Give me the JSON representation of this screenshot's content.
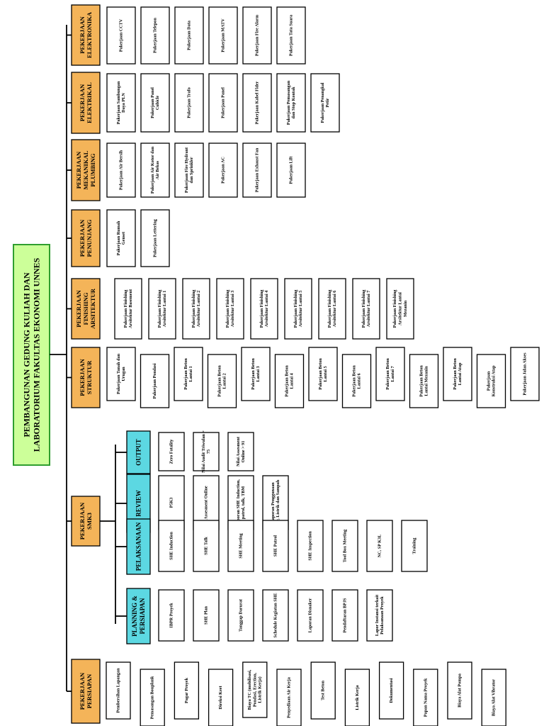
{
  "colors": {
    "title_fill": "#ccff99",
    "title_stroke": "#2f9e2f",
    "category_fill": "#f4b459",
    "subcategory_fill": "#5cd8e2",
    "box_fill": "#ffffff"
  },
  "title_lines": [
    "PEMBANGUNAN GEDUNG KULIAH DAN",
    "LABORATORIUM FAKULTAS EKONOMI UNNES"
  ],
  "categories": [
    {
      "lines": [
        "PEKERJAAN",
        "ELEKTRONIKA"
      ],
      "items": [
        {
          "lines": [
            "Pakerjaan CCTV"
          ]
        },
        {
          "lines": [
            "Pakerjaan Telepon"
          ]
        },
        {
          "lines": [
            "Pakerjaan Data"
          ]
        },
        {
          "lines": [
            "Pakerjaan MATV"
          ]
        },
        {
          "lines": [
            "Pakerjaan Fire Alarm"
          ]
        },
        {
          "lines": [
            "Pakerjaan Tata Suara"
          ]
        }
      ]
    },
    {
      "lines": [
        "PEKERJAAN",
        "ELEKTRIKAL"
      ],
      "items": [
        {
          "lines": [
            "Pakerjaan Sambungan",
            "Daya PLN"
          ]
        },
        {
          "lines": [
            "Pakerjaan Panel",
            "Cubicle"
          ]
        },
        {
          "lines": [
            "Pakerjaan Trafo"
          ]
        },
        {
          "lines": [
            "Pakerjaan Panel"
          ]
        },
        {
          "lines": [
            "Pakerjaan Kabel Fider"
          ]
        },
        {
          "lines": [
            "Pakerjaan Pemasangan",
            "dan Stop Kontak"
          ]
        },
        {
          "lines": [
            "Pakerjaan Penangkal",
            "Petir"
          ]
        }
      ]
    },
    {
      "lines": [
        "PEKERJAAN",
        "MEKANIKAL",
        "PLUMBING"
      ],
      "items": [
        {
          "lines": [
            "Pakerjaan Air Bersih"
          ]
        },
        {
          "lines": [
            "Pakerjaan Air Kotor dan",
            "Air Bekas"
          ]
        },
        {
          "lines": [
            "Pakerjaan Fire Hydrant",
            "dan Sprinkler"
          ]
        },
        {
          "lines": [
            "Pakerjaan AC"
          ]
        },
        {
          "lines": [
            "Pakerjaan Exhaust Fan"
          ]
        },
        {
          "lines": [
            "Pakerjaan Lift"
          ]
        }
      ]
    },
    {
      "lines": [
        "PEKERJAAN",
        "PENUNJANG"
      ],
      "items": [
        {
          "lines": [
            "Pakerjaan Rumah",
            "Genset"
          ]
        },
        {
          "lines": [
            "Pakerjaan Lettering"
          ]
        }
      ]
    },
    {
      "lines": [
        "PEKERJAAN",
        "FINISHING",
        "ARSITEKTUR"
      ],
      "items": [
        {
          "lines": [
            "Pakerjaan Finishing",
            "Arsitektur Basement"
          ]
        },
        {
          "lines": [
            "Pakerjaan Finishing",
            "Arsitektur Lantai 1"
          ]
        },
        {
          "lines": [
            "Pakerjaan Finishing",
            "Arsitektur Lantai 2"
          ]
        },
        {
          "lines": [
            "Pakerjaan Finishing",
            "Arsitektur Lantai 3"
          ]
        },
        {
          "lines": [
            "Pakerjaan Finishing",
            "Arsitektur Lantai 4"
          ]
        },
        {
          "lines": [
            "Pakerjaan Finishing",
            "Arsitektur Lantai 5"
          ]
        },
        {
          "lines": [
            "Pakerjaan Finishing",
            "Arsitektur Lantai 6"
          ]
        },
        {
          "lines": [
            "Pakerjaan Finishing",
            "Arsitektur Lantai 7"
          ]
        },
        {
          "lines": [
            "Pakerjaan Finishing",
            "Arsitektur Lantai",
            "Mezanin"
          ]
        }
      ]
    },
    {
      "lines": [
        "PEKERJAAN",
        "STRUKTUR"
      ],
      "items": [
        {
          "lines": [
            "Pakerjaan Tanah dan",
            "Urugan"
          ]
        },
        {
          "lines": [
            "Pakerjaan Pondasi"
          ]
        },
        {
          "lines": [
            "Pakerjaan Beton",
            "Lantai 1"
          ]
        },
        {
          "lines": [
            "Pakerjaan Beton",
            "Lantai 2"
          ]
        },
        {
          "lines": [
            "Pakerjaan Beton",
            "Lantai 3"
          ]
        },
        {
          "lines": [
            "Pakerjaan Beton",
            "Lantai 4"
          ]
        },
        {
          "lines": [
            "Pakerjaan Beton",
            "Lantai 5"
          ]
        },
        {
          "lines": [
            "Pakerjaan Beton",
            "Lantai 6"
          ]
        },
        {
          "lines": [
            "Pakerjaan Beton",
            "Lantai 7"
          ]
        },
        {
          "lines": [
            "Pakerjaan Beton",
            "Lantai Mezanin"
          ]
        },
        {
          "lines": [
            "Pakerjaan Beton",
            "Lantai Atap"
          ]
        },
        {
          "lines": [
            "Pakerjaan",
            "Konstruksi Atap"
          ]
        },
        {
          "lines": [
            "Pakerjaan Jalan Akses"
          ]
        }
      ]
    }
  ],
  "smk3": {
    "lines": [
      "PEKERJAAN",
      "SMK3"
    ],
    "groups": [
      {
        "lines": [
          "OUTPUT"
        ],
        "items": [
          {
            "lines": [
              "Zero Fatality"
            ]
          },
          {
            "lines": [
              "Nilai Audit Triwulan >",
              "75"
            ]
          },
          {
            "lines": [
              "Nilai Assesment",
              "Online > 91"
            ]
          }
        ]
      },
      {
        "lines": [
          "REVIEW"
        ],
        "items": [
          {
            "lines": [
              "P5K3"
            ]
          },
          {
            "lines": [
              "Assesment Online"
            ]
          },
          {
            "lines": [
              "Laporan SHE Induction,",
              "patrol, talk, TBM"
            ]
          },
          {
            "lines": [
              "Laporan Penggunaan",
              "Air, Listrik dan Sampah"
            ]
          }
        ]
      },
      {
        "lines": [
          "PELAKSANAAN"
        ],
        "items": [
          {
            "lines": [
              "SHE Induction"
            ]
          },
          {
            "lines": [
              "SHE Talk"
            ]
          },
          {
            "lines": [
              "SHE Meeting"
            ]
          },
          {
            "lines": [
              "SHE Patrol"
            ]
          },
          {
            "lines": [
              "SHE Inspection"
            ]
          },
          {
            "lines": [
              "Tool Box Meeting"
            ]
          },
          {
            "lines": [
              "NC, SP K3L"
            ]
          },
          {
            "lines": [
              "Training"
            ]
          }
        ]
      },
      {
        "lines": [
          "PLANNING &",
          "PERSIAPAN"
        ],
        "items": [
          {
            "lines": [
              "IBPR Proyek"
            ]
          },
          {
            "lines": [
              "SHE Plan"
            ]
          },
          {
            "lines": [
              "Tanggap Darurat"
            ]
          },
          {
            "lines": [
              "Schedule Kegiatan SHE"
            ]
          },
          {
            "lines": [
              "Laporan Disnaker"
            ]
          },
          {
            "lines": [
              "Pendaftaran BPJS"
            ]
          },
          {
            "lines": [
              "Lapor Instansi terkait",
              "Pelaksanaan Proyek"
            ]
          }
        ]
      }
    ]
  },
  "persiapan": {
    "lines": [
      "PEKERJAAN",
      "PERSIAPAN"
    ],
    "items": [
      {
        "lines": [
          "Pembersihan Lapangan"
        ]
      },
      {
        "lines": [
          "Pemasangan Bouplank"
        ]
      },
      {
        "lines": [
          "Pagar Proyek"
        ]
      },
      {
        "lines": [
          "Direksi Keet"
        ]
      },
      {
        "lines": [
          "Biaya TC (mobilisasi,",
          "Pondasi, Erection,",
          "Listrik Kerja)"
        ]
      },
      {
        "lines": [
          "Penyediaan Air Kerja"
        ]
      },
      {
        "lines": [
          "Test Beton"
        ]
      },
      {
        "lines": [
          "Listrik Kerja"
        ]
      },
      {
        "lines": [
          "Dokumentasi"
        ]
      },
      {
        "lines": [
          "Papan Nama Proyek"
        ]
      },
      {
        "lines": [
          "Biaya Alat Pompa"
        ]
      },
      {
        "lines": [
          "Biaya Alat Vibrator"
        ]
      }
    ]
  }
}
